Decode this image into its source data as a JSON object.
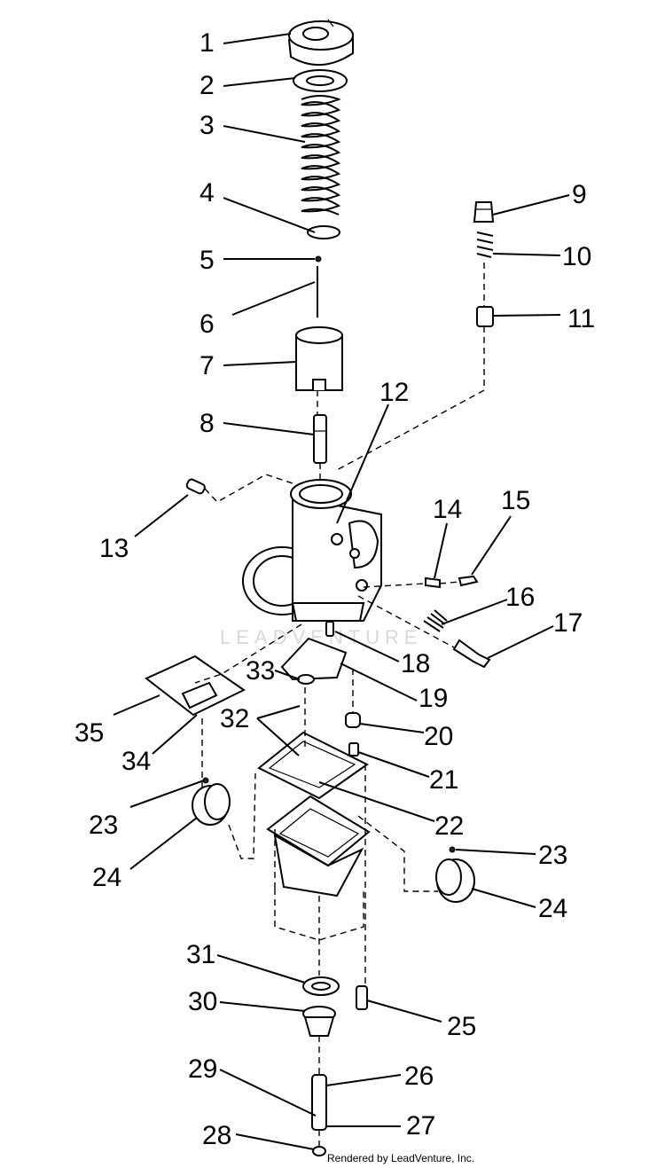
{
  "callouts": [
    "1",
    "2",
    "3",
    "4",
    "5",
    "6",
    "7",
    "8",
    "9",
    "10",
    "11",
    "12",
    "13",
    "14",
    "15",
    "16",
    "17",
    "18",
    "19",
    "20",
    "21",
    "22",
    "23",
    "24",
    "25",
    "26",
    "27",
    "28",
    "29",
    "30",
    "31",
    "32",
    "33",
    "34",
    "35",
    "23",
    "24"
  ],
  "footer": {
    "credit": "Rendered by LeadVenture, Inc."
  },
  "watermark": "LEADVENTURE"
}
